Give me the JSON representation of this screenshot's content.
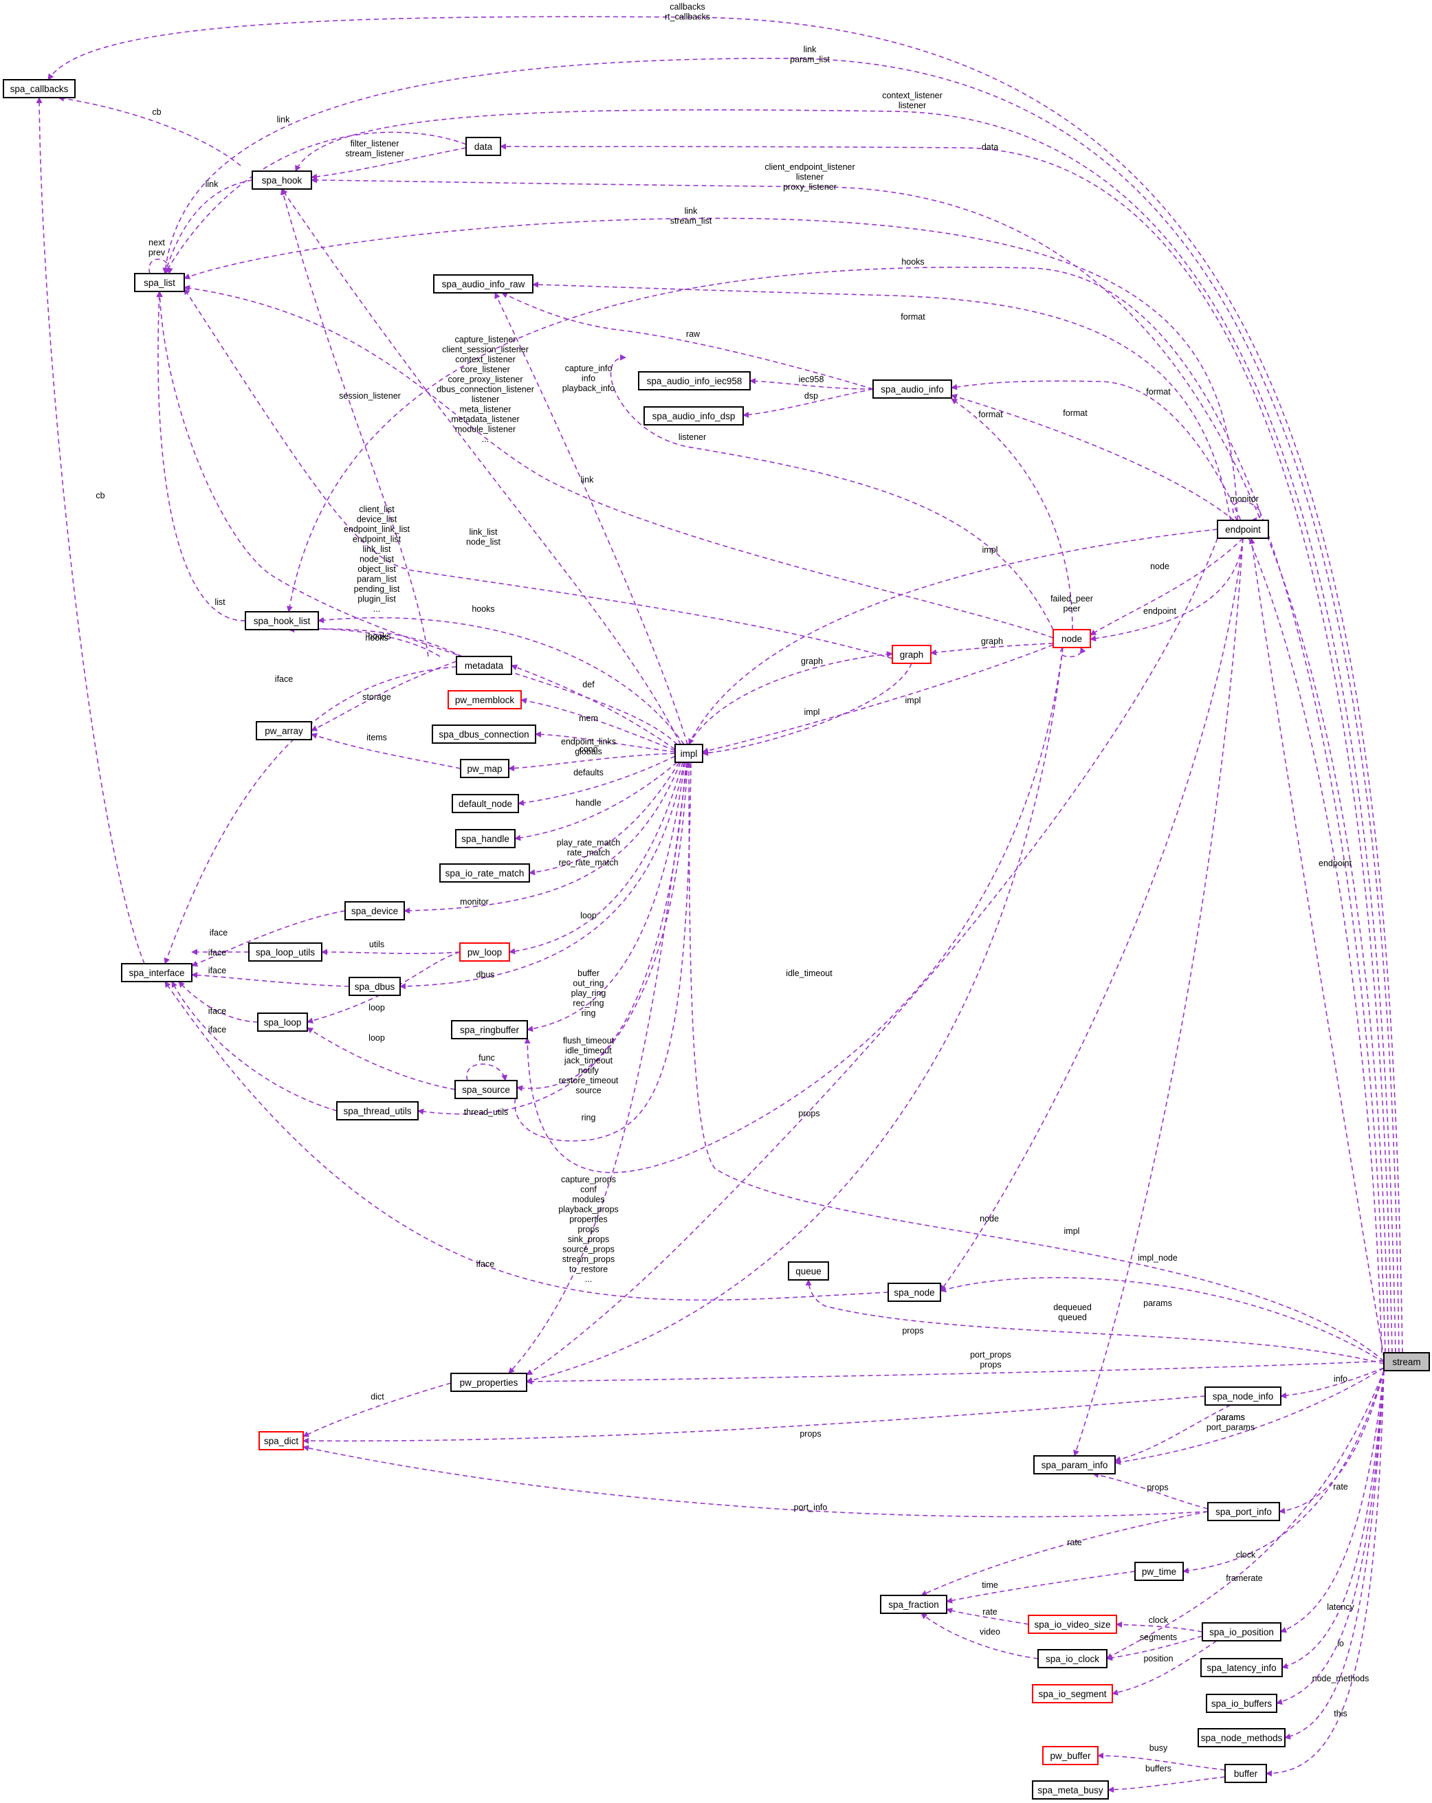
{
  "nodes": {
    "spa_callbacks": "spa_callbacks",
    "spa_hook": "spa_hook",
    "data": "data",
    "spa_list": "spa_list",
    "spa_audio_info_raw": "spa_audio_info_raw",
    "spa_audio_info_iec958": "spa_audio_info_iec958",
    "spa_audio_info": "spa_audio_info",
    "spa_audio_info_dsp": "spa_audio_info_dsp",
    "endpoint": "endpoint",
    "spa_hook_list": "spa_hook_list",
    "node": "node",
    "graph": "graph",
    "metadata": "metadata",
    "pw_memblock": "pw_memblock",
    "pw_array": "pw_array",
    "spa_dbus_connection": "spa_dbus_connection",
    "impl": "impl",
    "pw_map": "pw_map",
    "default_node": "default_node",
    "spa_handle": "spa_handle",
    "spa_io_rate_match": "spa_io_rate_match",
    "spa_device": "spa_device",
    "spa_loop_utils": "spa_loop_utils",
    "pw_loop": "pw_loop",
    "spa_interface": "spa_interface",
    "spa_dbus": "spa_dbus",
    "spa_loop": "spa_loop",
    "spa_ringbuffer": "spa_ringbuffer",
    "spa_source": "spa_source",
    "spa_thread_utils": "spa_thread_utils",
    "queue": "queue",
    "spa_node": "spa_node",
    "stream": "stream",
    "pw_properties": "pw_properties",
    "spa_node_info": "spa_node_info",
    "spa_dict": "spa_dict",
    "spa_param_info": "spa_param_info",
    "spa_port_info": "spa_port_info",
    "pw_time": "pw_time",
    "spa_fraction": "spa_fraction",
    "spa_io_video_size": "spa_io_video_size",
    "spa_io_position": "spa_io_position",
    "spa_io_clock": "spa_io_clock",
    "spa_latency_info": "spa_latency_info",
    "spa_io_segment": "spa_io_segment",
    "spa_io_buffers": "spa_io_buffers",
    "spa_node_methods": "spa_node_methods",
    "pw_buffer": "pw_buffer",
    "buffer": "buffer",
    "spa_meta_busy": "spa_meta_busy"
  },
  "edge_labels": [
    [
      "callbacks",
      "rt_callbacks"
    ],
    [
      "link",
      "param_list"
    ],
    [
      "context_listener",
      "listener"
    ],
    [
      "data"
    ],
    [
      "client_endpoint_listener",
      "listener",
      "proxy_listener"
    ],
    [
      "link",
      "stream_list"
    ],
    [
      "hooks"
    ],
    [
      "format"
    ],
    [
      "raw"
    ],
    [
      "iec958"
    ],
    [
      "dsp"
    ],
    [
      "format"
    ],
    [
      "format"
    ],
    [
      "format"
    ],
    [
      "monitor"
    ],
    [
      "listener"
    ],
    [
      "link"
    ],
    [
      "impl"
    ],
    [
      "node"
    ],
    [
      "endpoint"
    ],
    [
      "failed_peer",
      "peer"
    ],
    [
      "graph"
    ],
    [
      "impl"
    ],
    [
      "graph"
    ],
    [
      "impl"
    ],
    [
      "link_list",
      "node_list"
    ],
    [
      "hooks"
    ],
    [
      "hooks"
    ],
    [
      "def"
    ],
    [
      "mem"
    ],
    [
      "conn"
    ],
    [
      "endpoint_links",
      "globals"
    ],
    [
      "defaults"
    ],
    [
      "handle"
    ],
    [
      "play_rate_match",
      "rate_match",
      "rec_rate_match"
    ],
    [
      "monitor"
    ],
    [
      "loop"
    ],
    [
      "dbus"
    ],
    [
      "buffer",
      "out_ring",
      "play_ring",
      "rec_ring",
      "ring"
    ],
    [
      "flush_timeout",
      "idle_timeout",
      "jack_timeout",
      "notify",
      "restore_timeout",
      "source"
    ],
    [
      "thread_utils"
    ],
    [
      "ring"
    ],
    [
      "capture_props",
      "conf",
      "modules",
      "playback_props",
      "properties",
      "props",
      "sink_props",
      "source_props",
      "stream_props",
      "to_restore",
      "..."
    ],
    [
      "capture_listener",
      "client_session_listener",
      "context_listener",
      "core_listener",
      "core_proxy_listener",
      "dbus_connection_listener",
      "listener",
      "meta_listener",
      "metadata_listener",
      "module_listener",
      "..."
    ],
    [
      "capture_info",
      "info",
      "playback_info"
    ],
    [
      "client_list",
      "device_list",
      "endpoint_link_list",
      "endpoint_list",
      "link_list",
      "node_list",
      "object_list",
      "param_list",
      "pending_list",
      "plugin_list",
      "..."
    ],
    [
      "session_listener"
    ],
    [
      "cb"
    ],
    [
      "cb"
    ],
    [
      "link"
    ],
    [
      "filter_listener",
      "stream_listener"
    ],
    [
      "link"
    ],
    [
      "next",
      "prev"
    ],
    [
      "list"
    ],
    [
      "hooks"
    ],
    [
      "storage"
    ],
    [
      "items"
    ],
    [
      "iface"
    ],
    [
      "iface"
    ],
    [
      "iface"
    ],
    [
      "iface"
    ],
    [
      "iface"
    ],
    [
      "iface"
    ],
    [
      "iface"
    ],
    [
      "utils"
    ],
    [
      "loop"
    ],
    [
      "loop"
    ],
    [
      "func"
    ],
    [
      "idle_timeout"
    ],
    [
      "props"
    ],
    [
      "endpoint"
    ],
    [
      "node"
    ],
    [
      "impl"
    ],
    [
      "impl_node"
    ],
    [
      "dequeued",
      "queued"
    ],
    [
      "params"
    ],
    [
      "props"
    ],
    [
      "port_props",
      "props"
    ],
    [
      "dict"
    ],
    [
      "props"
    ],
    [
      "info"
    ],
    [
      "params",
      "port_params"
    ],
    [
      "params"
    ],
    [
      "props"
    ],
    [
      "port_info"
    ],
    [
      "rate"
    ],
    [
      "rate"
    ],
    [
      "time"
    ],
    [
      "clock"
    ],
    [
      "framerate"
    ],
    [
      "rate"
    ],
    [
      "video"
    ],
    [
      "clock"
    ],
    [
      "segments"
    ],
    [
      "position"
    ],
    [
      "latency"
    ],
    [
      "io"
    ],
    [
      "node_methods"
    ],
    [
      "this"
    ],
    [
      "busy"
    ],
    [
      "buffers"
    ]
  ]
}
